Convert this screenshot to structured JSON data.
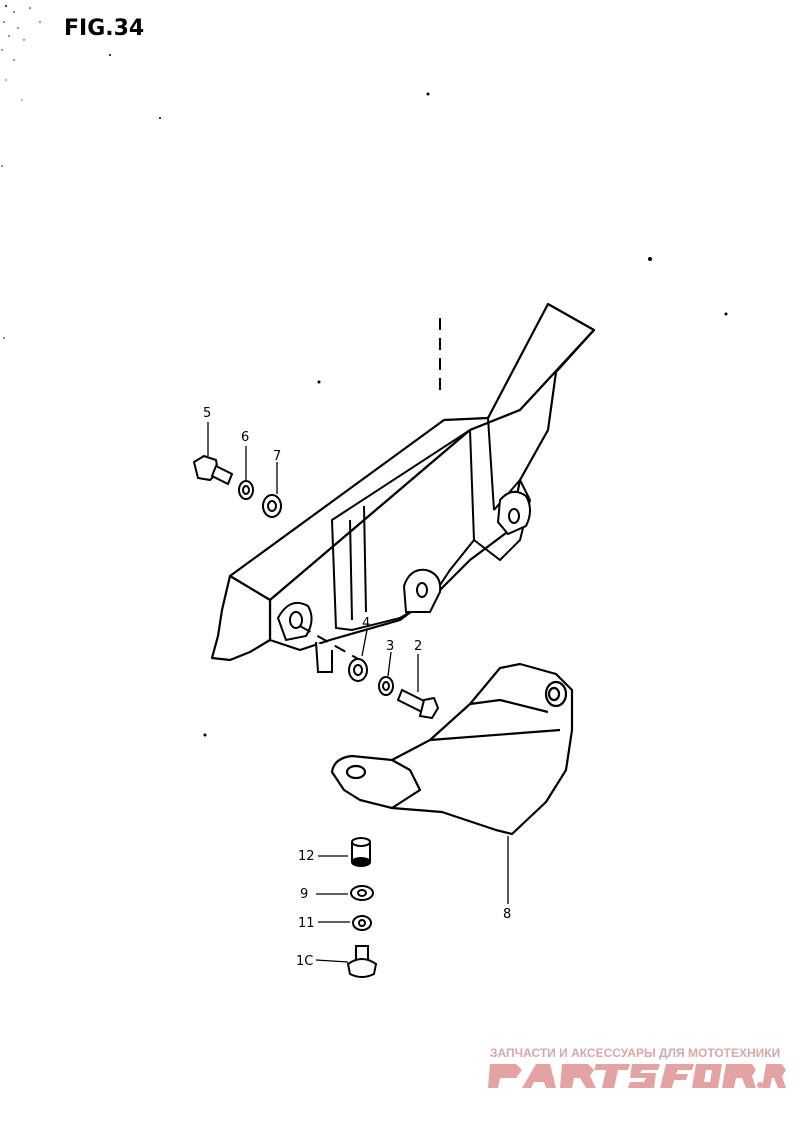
{
  "figure": {
    "title": "FIG.34"
  },
  "callouts": {
    "c2": "2",
    "c3": "3",
    "c4": "4",
    "c5": "5",
    "c6": "6",
    "c7": "7",
    "c8": "8",
    "c9": "9",
    "c10": "1C",
    "c11": "11",
    "c12": "12"
  },
  "watermark": {
    "tagline": "ЗАПЧАСТИ И АКСЕССУАРЫ ДЛЯ МОТОТЕХНИКИ",
    "logo": "PARTSFOR.RU"
  },
  "colors": {
    "ink": "#000000",
    "watermark": "#e3a3a3",
    "watermark_text": "#d6a8a8"
  }
}
